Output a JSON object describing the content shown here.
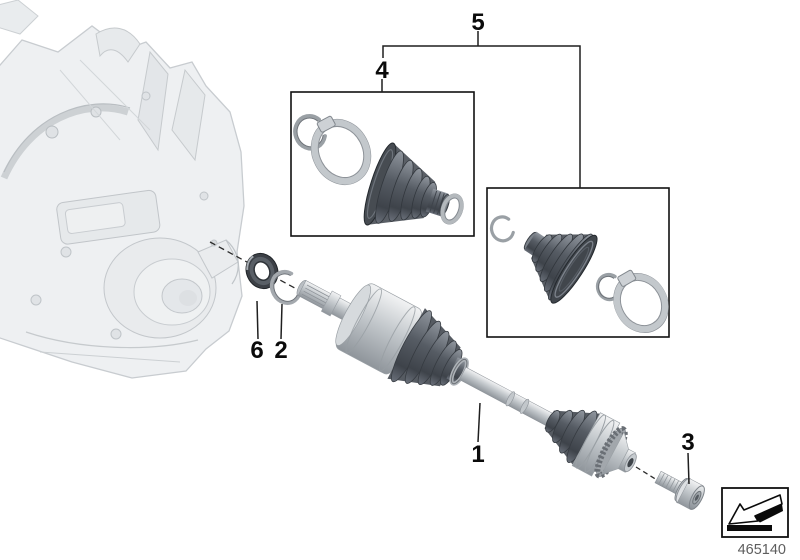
{
  "figure": {
    "type": "exploded-parts-diagram",
    "part_number": "465140",
    "callouts": [
      {
        "id": "1",
        "label": "1",
        "part": "output-shaft"
      },
      {
        "id": "2",
        "label": "2",
        "part": "circlip"
      },
      {
        "id": "3",
        "label": "3",
        "part": "bolt"
      },
      {
        "id": "4",
        "label": "4",
        "part": "cv-boot-repair-kit-inner"
      },
      {
        "id": "5",
        "label": "5",
        "part": "cv-boot-repair-kit-set"
      },
      {
        "id": "6",
        "label": "6",
        "part": "shaft-seal"
      }
    ],
    "legend": {
      "icon": "direction-arrow-icon"
    },
    "colors": {
      "line": "#1f1f1f",
      "box_border": "#111111",
      "metal_light": "#f2f3f4",
      "metal_mid": "#c2c7cb",
      "metal_dark": "#8f959b",
      "rubber_dark": "#4b5058",
      "rubber_mid": "#71777f",
      "ghost_fill": "#eef0f2",
      "ghost_line": "#c8ccd0",
      "part_number_text": "#5e5e5e"
    }
  }
}
